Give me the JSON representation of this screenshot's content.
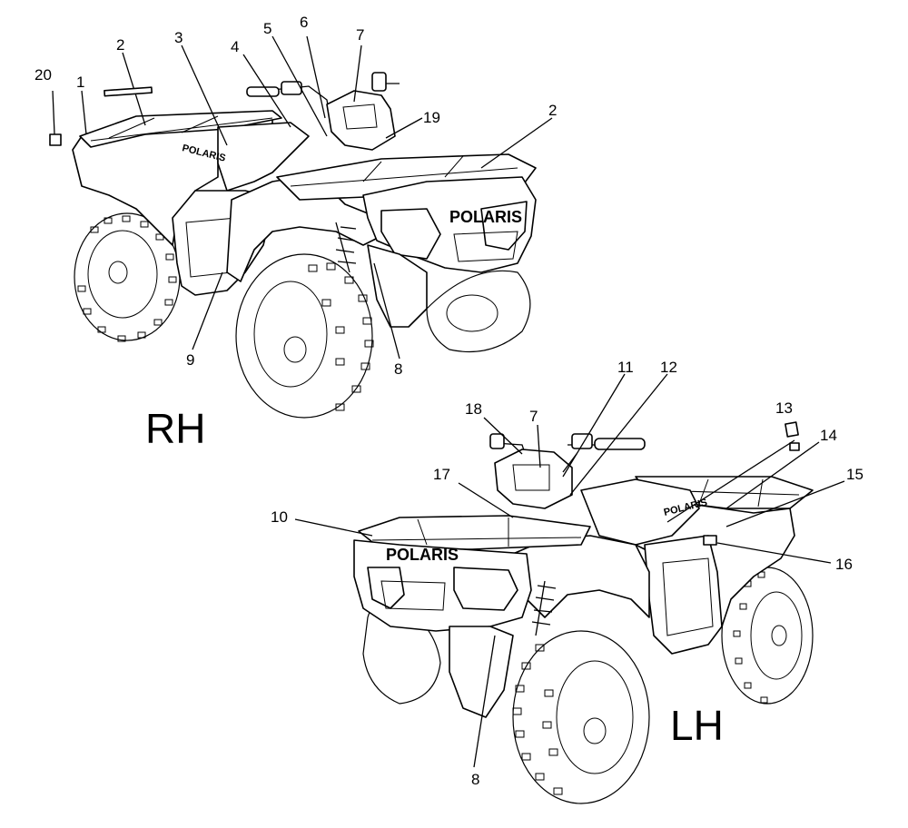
{
  "labels": {
    "rh": "RH",
    "lh": "LH"
  },
  "brand": {
    "front_text": "POLARIS",
    "side_text": "POLARIS"
  },
  "callouts_rh": [
    "20",
    "1",
    "2",
    "3",
    "4",
    "5",
    "6",
    "7",
    "19",
    "2",
    "9",
    "8"
  ],
  "callouts_lh": [
    "18",
    "7",
    "11",
    "12",
    "13",
    "14",
    "15",
    "16",
    "17",
    "10",
    "8"
  ],
  "colors": {
    "line": "#000000",
    "background": "#ffffff"
  }
}
